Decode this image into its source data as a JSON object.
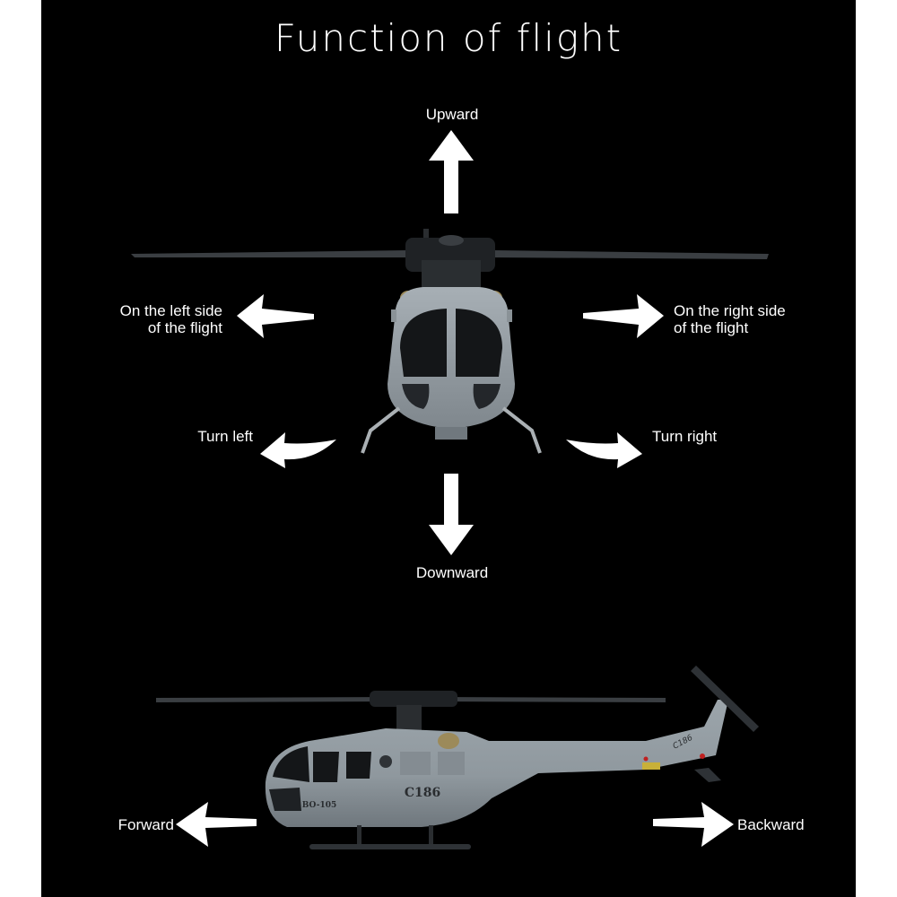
{
  "title": "Function of flight",
  "labels": {
    "upward": "Upward",
    "downward": "Downward",
    "left_side": [
      "On the left side",
      "of the flight"
    ],
    "right_side": [
      "On the right side",
      "of the flight"
    ],
    "turn_left": "Turn left",
    "turn_right": "Turn right",
    "forward": "Forward",
    "backward": "Backward"
  },
  "helicopter_markings": {
    "model": "C186",
    "side_number": "BO-105",
    "tail_text": "C186"
  },
  "colors": {
    "background": "#000000",
    "text": "#ffffff",
    "arrow": "#ffffff",
    "fuselage": "#97a0a6",
    "canopy": "#1c1e20",
    "rotor": "#2e3236"
  }
}
